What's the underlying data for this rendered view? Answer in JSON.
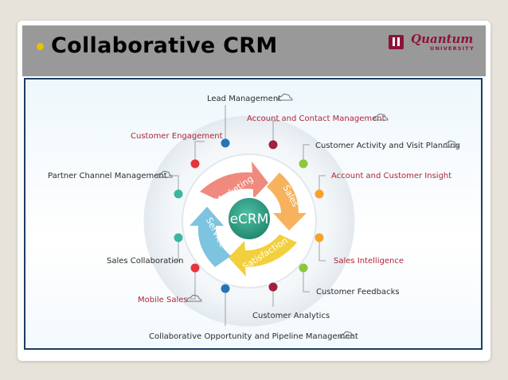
{
  "slide": {
    "title": "Collaborative CRM",
    "logo": {
      "name": "Quantum",
      "subtitle": "UNIVERSITY"
    }
  },
  "colors": {
    "title_bar": "#999999",
    "bullet": "#e6c300",
    "frame_border": "#1a3f66",
    "logo": "#8b1538",
    "marketing": "#f08a7e",
    "sales": "#f6b25d",
    "satisfaction": "#f2cf3c",
    "service": "#7cc4df",
    "core": "#3aa88f"
  },
  "diagram": {
    "core": "eCRM",
    "cycle": [
      "Marketing",
      "Sales",
      "Satisfaction",
      "Service"
    ],
    "labels": {
      "lead_management": "Lead Management",
      "account_contact": "Account and Contact Management",
      "customer_engagement": "Customer Engagement",
      "activity_visit": "Customer Activity and Visit Planning",
      "partner_channel": "Partner Channel Management",
      "account_insight": "Account and Customer Insight",
      "sales_collaboration": "Sales Collaboration",
      "sales_intelligence": "Sales Intelligence",
      "mobile_sales": "Mobile Sales",
      "customer_feedbacks": "Customer Feedbacks",
      "customer_analytics": "Customer Analytics",
      "opportunity_pipeline": "Collaborative Opportunity and Pipeline Management"
    },
    "icons": [
      "cloud-icon"
    ]
  }
}
